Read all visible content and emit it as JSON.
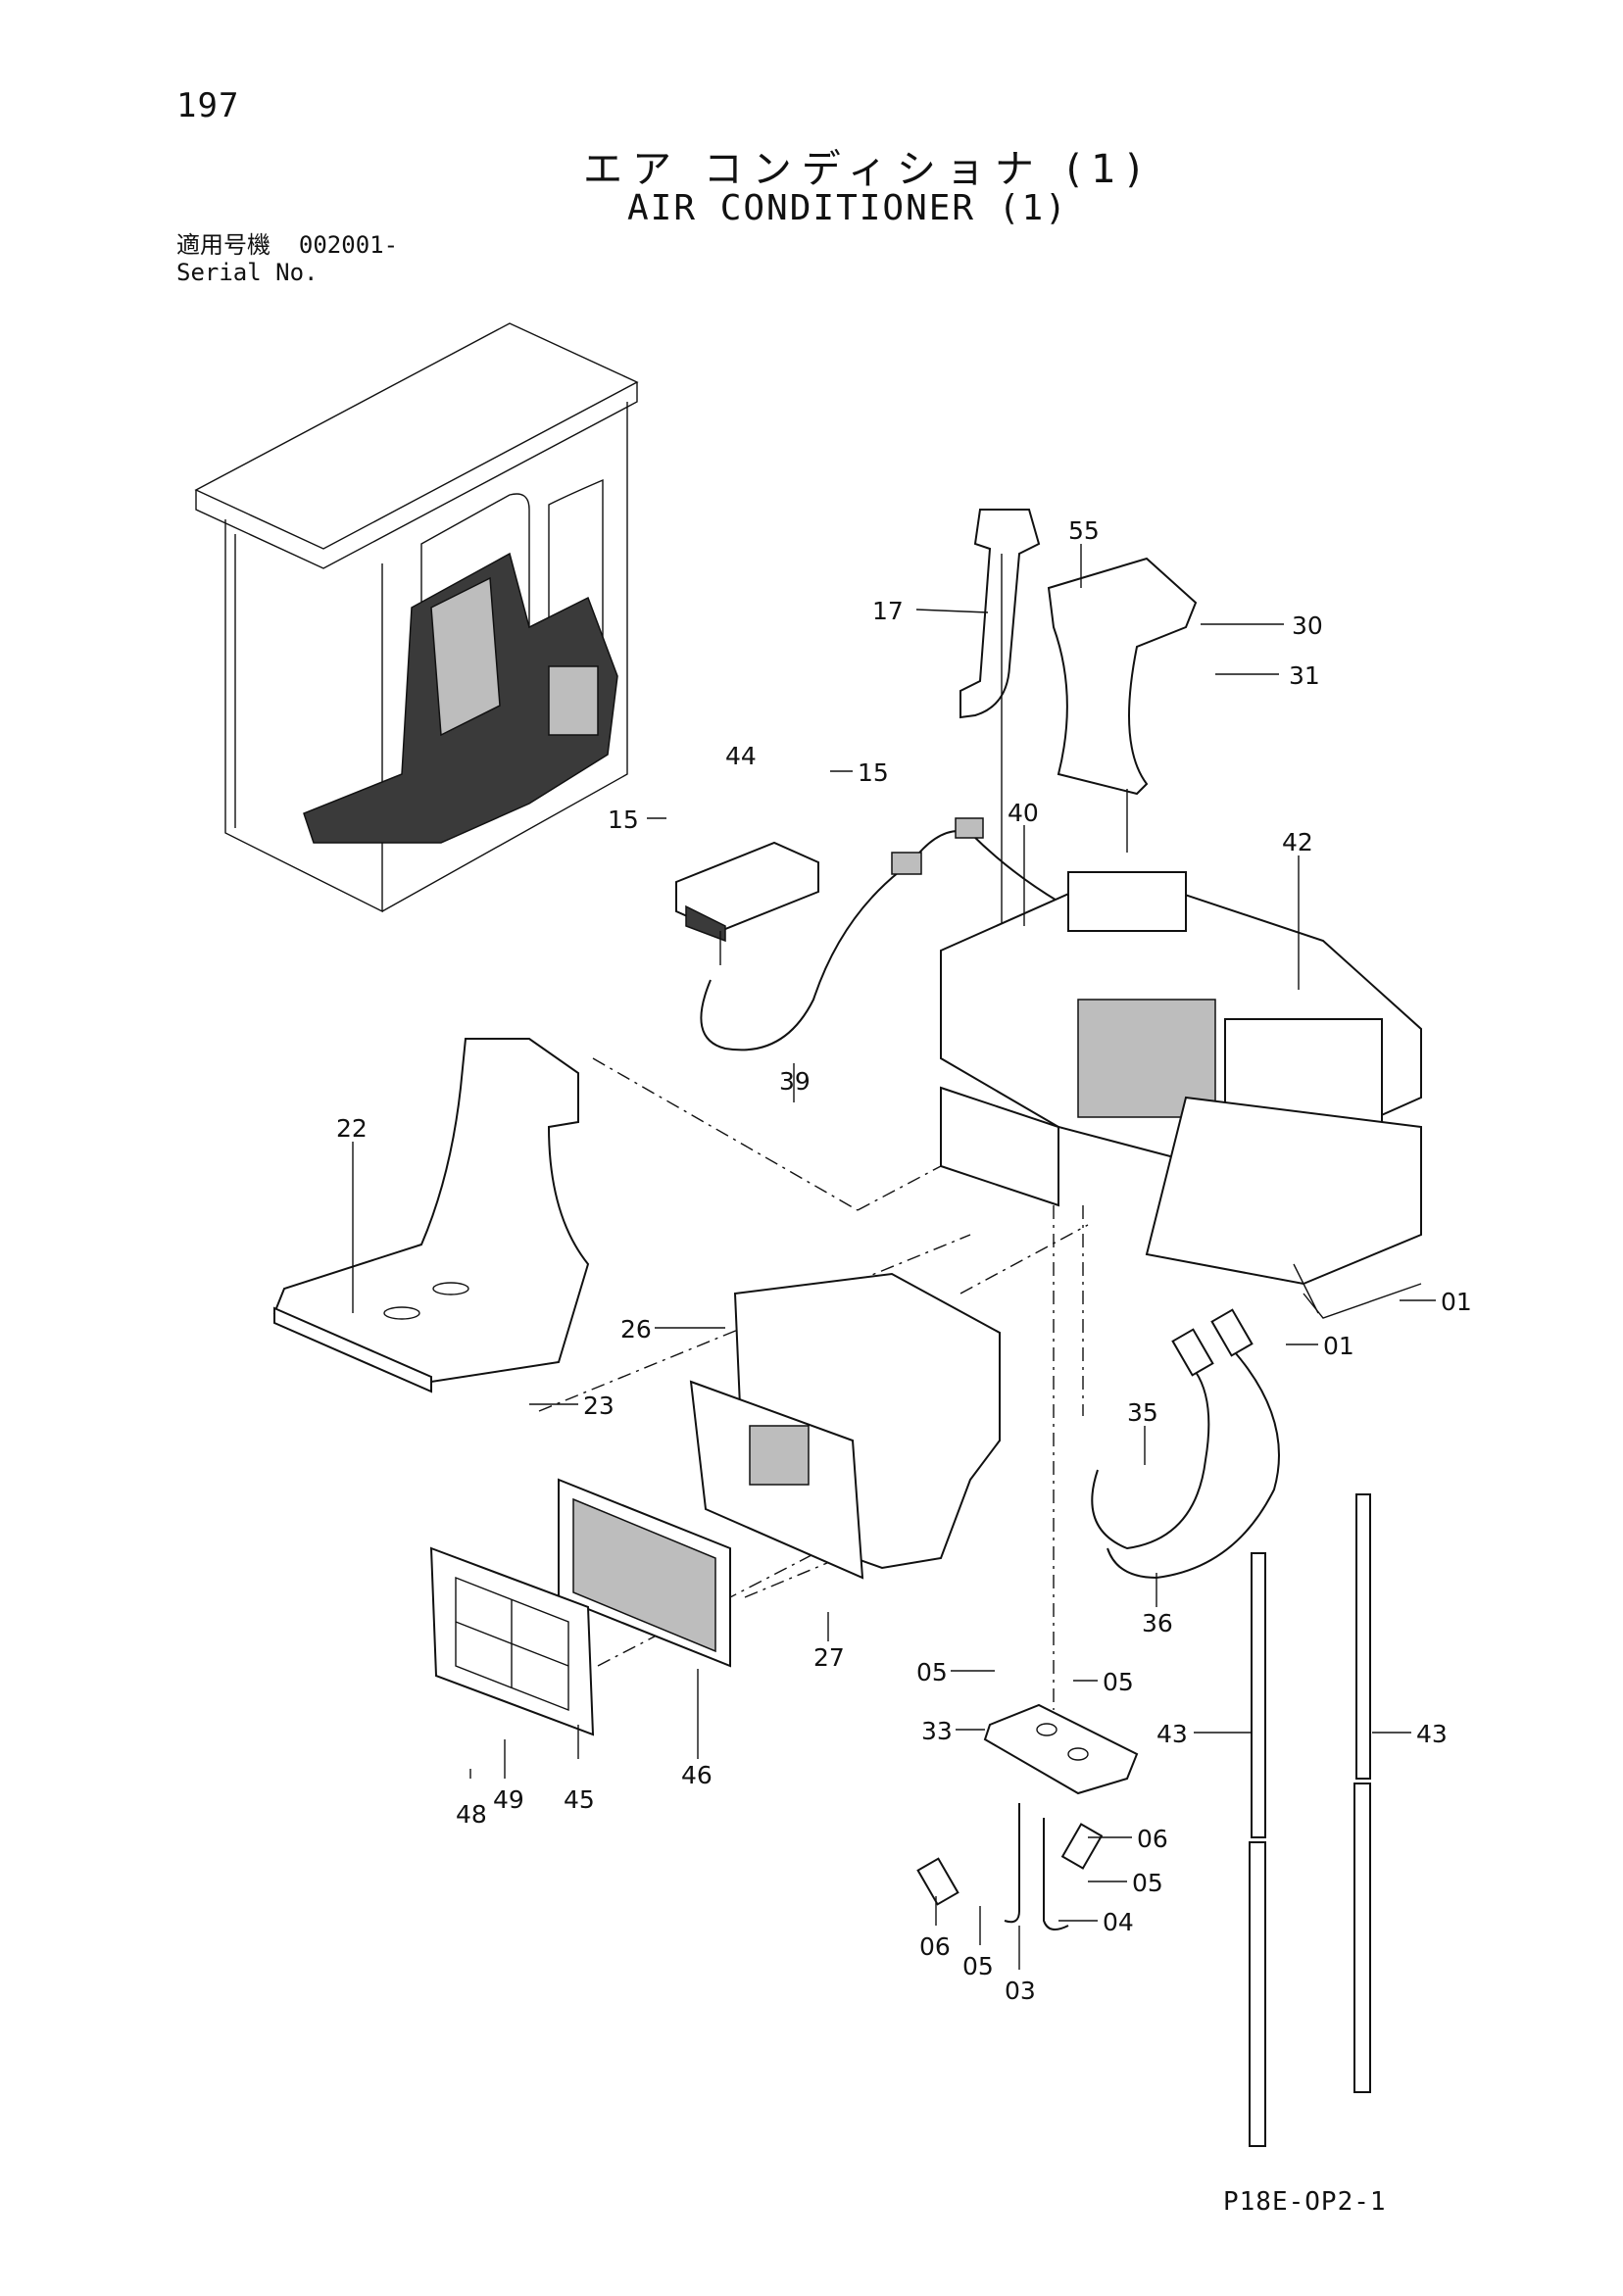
{
  "header": {
    "page_number": "197",
    "title_jp": "エア コンディショナ (1)",
    "title_en": "AIR CONDITIONER (1)",
    "serial_label_jp": "適用号機",
    "serial_value": "002001-",
    "serial_label_en": "Serial No."
  },
  "footer": {
    "figure_code": "P18E-OP2-1"
  },
  "callouts": [
    {
      "id": "55",
      "text": "55"
    },
    {
      "id": "17",
      "text": "17"
    },
    {
      "id": "30",
      "text": "30"
    },
    {
      "id": "31",
      "text": "31"
    },
    {
      "id": "44",
      "text": "44"
    },
    {
      "id": "15a",
      "text": "15"
    },
    {
      "id": "15b",
      "text": "15"
    },
    {
      "id": "40",
      "text": "40"
    },
    {
      "id": "42",
      "text": "42"
    },
    {
      "id": "39",
      "text": "39"
    },
    {
      "id": "22",
      "text": "22"
    },
    {
      "id": "26",
      "text": "26"
    },
    {
      "id": "01a",
      "text": "01"
    },
    {
      "id": "01b",
      "text": "01"
    },
    {
      "id": "23",
      "text": "23"
    },
    {
      "id": "35",
      "text": "35"
    },
    {
      "id": "36",
      "text": "36"
    },
    {
      "id": "27",
      "text": "27"
    },
    {
      "id": "05a",
      "text": "05"
    },
    {
      "id": "05b",
      "text": "05"
    },
    {
      "id": "33",
      "text": "33"
    },
    {
      "id": "43a",
      "text": "43"
    },
    {
      "id": "43b",
      "text": "43"
    },
    {
      "id": "46",
      "text": "46"
    },
    {
      "id": "45",
      "text": "45"
    },
    {
      "id": "48",
      "text": "48"
    },
    {
      "id": "49",
      "text": "49"
    },
    {
      "id": "06a",
      "text": "06"
    },
    {
      "id": "05c",
      "text": "05"
    },
    {
      "id": "04",
      "text": "04"
    },
    {
      "id": "06b",
      "text": "06"
    },
    {
      "id": "05d",
      "text": "05"
    },
    {
      "id": "03",
      "text": "03"
    }
  ]
}
